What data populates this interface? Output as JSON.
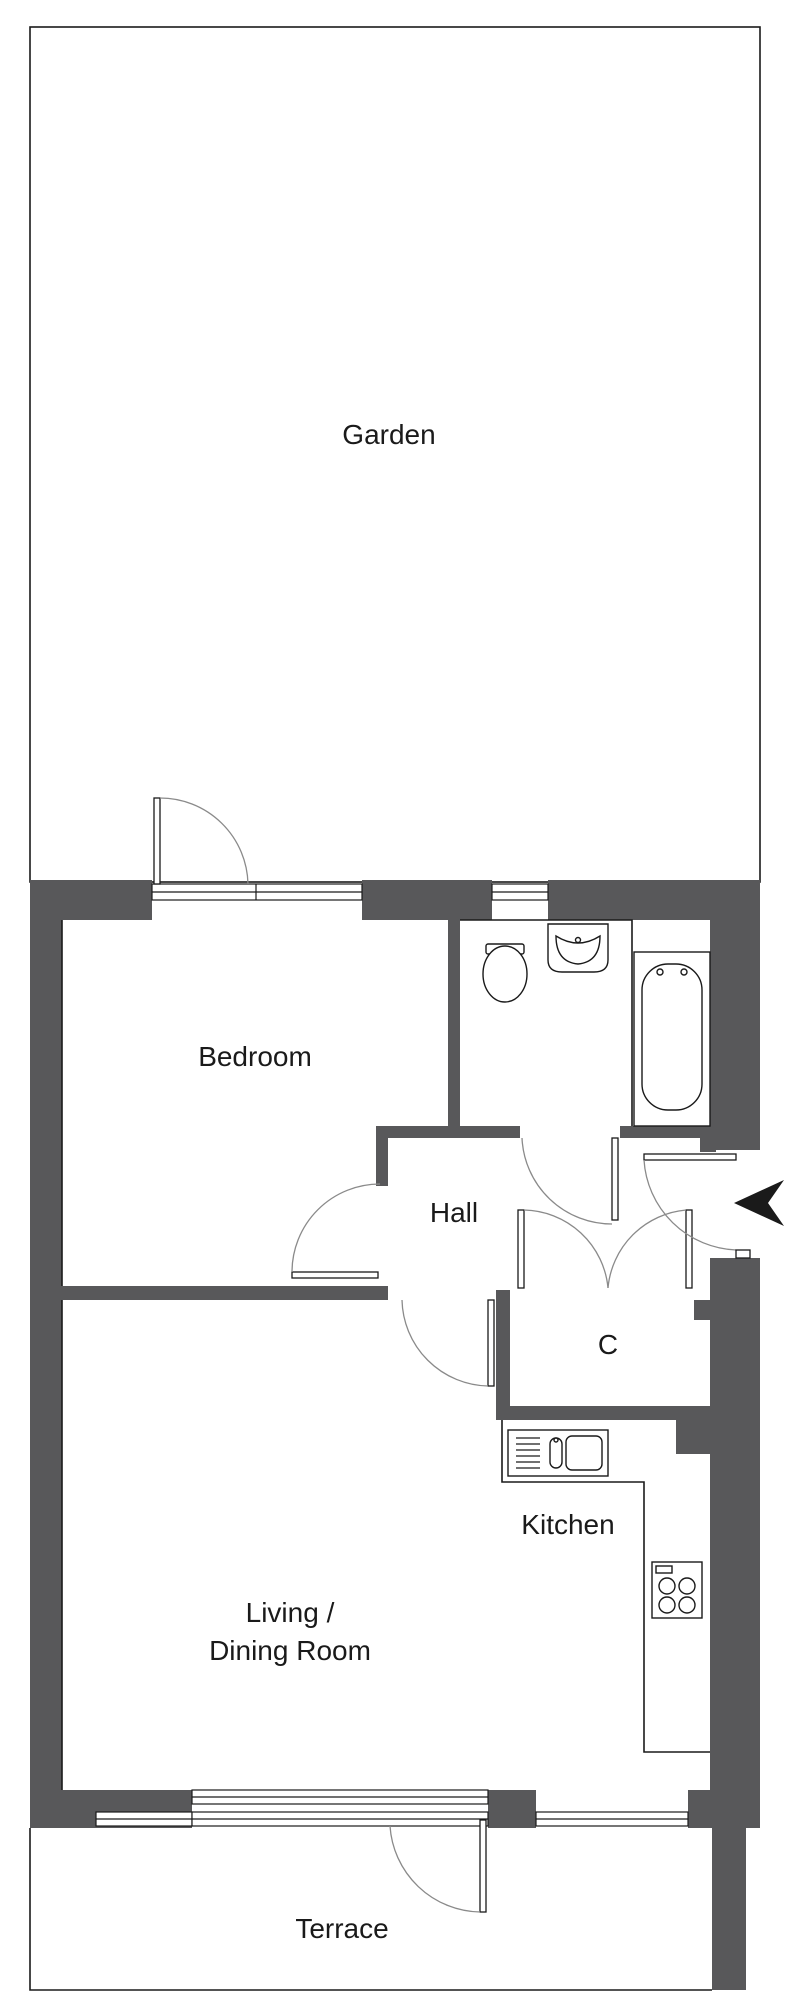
{
  "rooms": {
    "garden": "Garden",
    "bedroom": "Bedroom",
    "hall": "Hall",
    "cupboard": "C",
    "kitchen": "Kitchen",
    "living_line1": "Living /",
    "living_line2": "Dining Room",
    "terrace": "Terrace"
  },
  "icons": {
    "entrance": "entrance-arrow-icon"
  },
  "colors": {
    "wall": "#58585a",
    "line": "#1a1a1a",
    "door_swing": "#8a8a8a",
    "background": "#ffffff"
  }
}
